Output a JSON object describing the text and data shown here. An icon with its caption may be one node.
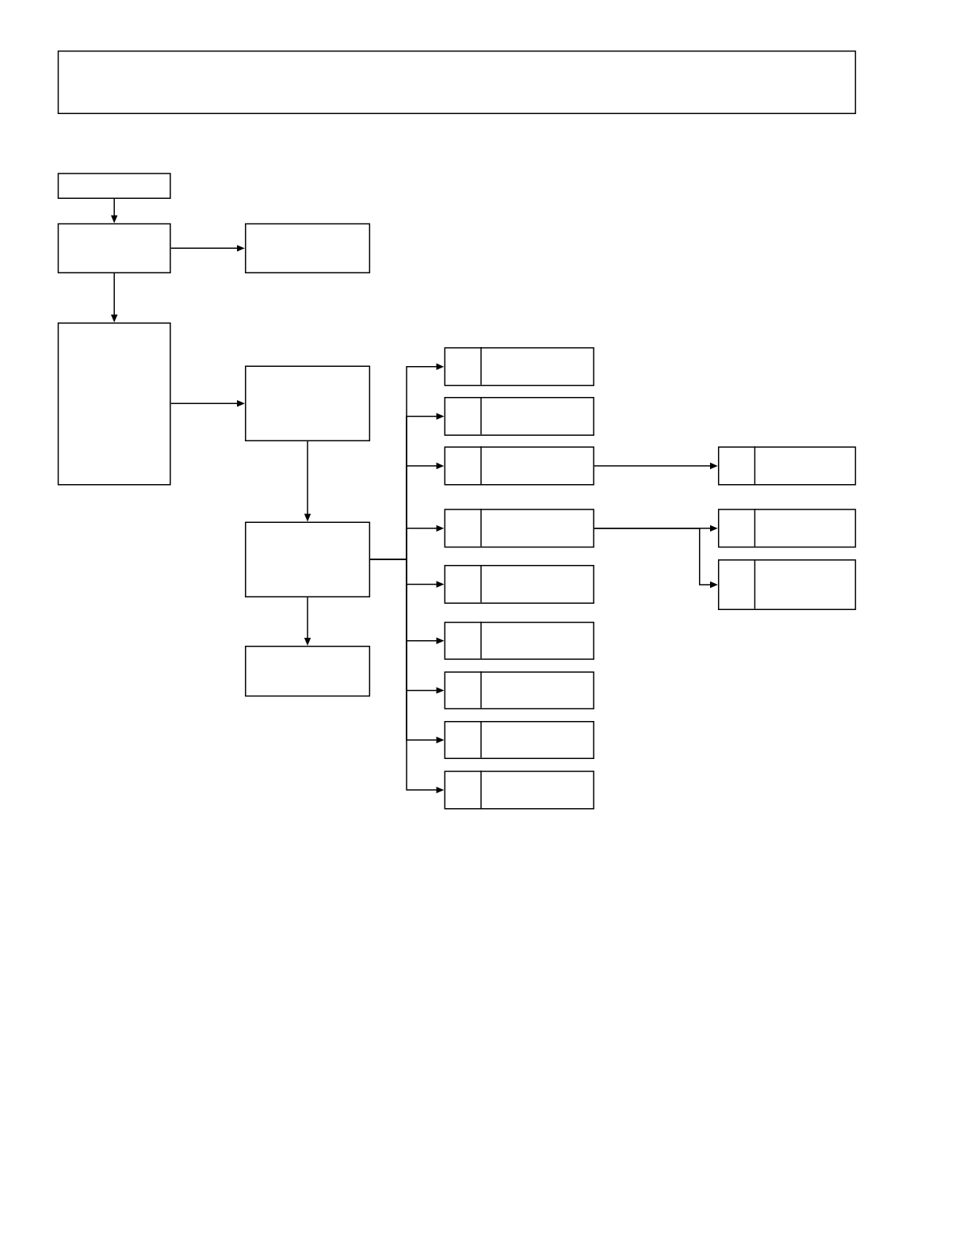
{
  "diagram": {
    "nodes": [
      {
        "text": [],
        "shape": "box"
      },
      {
        "text": [],
        "shape": "box"
      },
      {
        "text": [],
        "shape": "box"
      },
      {
        "text": [],
        "shape": "box"
      },
      {
        "text": [],
        "shape": "box"
      },
      {
        "text": [],
        "shape": "box"
      },
      {
        "text": [],
        "shape": "box"
      },
      {
        "text": [],
        "shape": "box"
      },
      {
        "text": [],
        "shape": "box"
      },
      {
        "text": [],
        "shape": "box"
      },
      {
        "text": [],
        "shape": "box"
      },
      {
        "text": [],
        "shape": "box"
      },
      {
        "text": [],
        "shape": "box"
      },
      {
        "text": [],
        "shape": "box"
      },
      {
        "text": [],
        "shape": "box"
      },
      {
        "text": [],
        "shape": "box"
      },
      {
        "text": [],
        "shape": "box"
      },
      {
        "text": [],
        "shape": "box"
      },
      {
        "text": [],
        "shape": "box"
      },
      {
        "text": [],
        "shape": "box"
      }
    ],
    "edges": [
      {
        "from": 1,
        "to": 2,
        "arrow": "to"
      },
      {
        "from": 2,
        "to": 3,
        "arrow": "to"
      },
      {
        "from": 2,
        "to": 4,
        "arrow": "to"
      },
      {
        "from": 4,
        "to": 5,
        "arrow": "to"
      },
      {
        "from": 5,
        "to": 6,
        "arrow": "to"
      },
      {
        "from": 6,
        "to": 7,
        "arrow": "to"
      },
      {
        "from": 6,
        "to": 8,
        "arrow": "to"
      },
      {
        "from": 6,
        "to": 9,
        "arrow": "to"
      },
      {
        "from": 6,
        "to": 10,
        "arrow": "to"
      },
      {
        "from": 6,
        "to": 11,
        "arrow": "to"
      },
      {
        "from": 6,
        "to": 12,
        "arrow": "to"
      },
      {
        "from": 6,
        "to": 13,
        "arrow": "to"
      },
      {
        "from": 6,
        "to": 14,
        "arrow": "to"
      },
      {
        "from": 6,
        "to": 15,
        "arrow": "to"
      },
      {
        "from": 6,
        "to": 16,
        "arrow": "to"
      },
      {
        "from": 10,
        "to": 17,
        "arrow": "to"
      },
      {
        "from": 11,
        "to": 18,
        "arrow": "to"
      },
      {
        "from": 11,
        "to": 19,
        "arrow": "to"
      }
    ]
  }
}
